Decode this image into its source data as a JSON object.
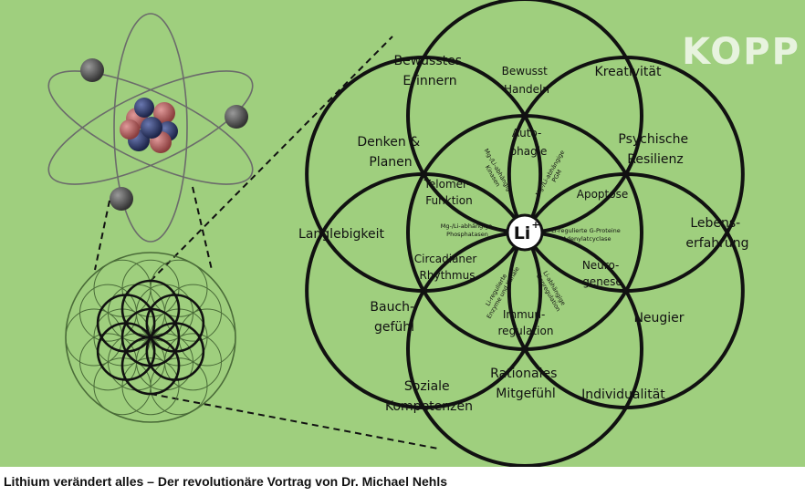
{
  "video": {
    "watermark": "KOPP",
    "center_label": "Li",
    "center_sup": "+",
    "outer_labels": {
      "bewusstes_erinnern": [
        "Bewusstes",
        "Erinnern"
      ],
      "bewusst_handeln": [
        "Bewusst",
        "Handeln"
      ],
      "kreativitaet": [
        "Kreativität"
      ],
      "denken_planen": [
        "Denken &",
        "Planen"
      ],
      "psychische_resilienz": [
        "Psychische",
        "Resilienz"
      ],
      "langlebigkeit": [
        "Langlebigkeit"
      ],
      "lebenserfahrung": [
        "Lebens-",
        "erfahrung"
      ],
      "bauchgefuehl": [
        "Bauch-",
        "gefühl"
      ],
      "neugier": [
        "Neugier"
      ],
      "soziale_kompetenzen": [
        "Soziale",
        "Kompetenzen"
      ],
      "rationales_mitgefuehl": [
        "Rationales",
        "Mitgefühl"
      ],
      "individualitaet": [
        "Individualität"
      ]
    },
    "inner_labels": {
      "autophagie": [
        "Auto-",
        "phagie"
      ],
      "telomer": [
        "Telomer-",
        "Funktion"
      ],
      "apoptose": [
        "Apoptose"
      ],
      "circadianer": [
        "Circadianer",
        "Rhythmus"
      ],
      "neurogenese": [
        "Neuro-",
        "genese"
      ],
      "immunregulation": [
        "Immun-",
        "regulation"
      ]
    },
    "tiny_labels": {
      "kinasen": [
        "Mg-/Li-abhängige",
        "Kinasen"
      ],
      "pgm": [
        "Mg-/Li-abhängige",
        "PGM"
      ],
      "phosphatasen": [
        "Mg-/Li-abhängige",
        "Phosphatasen"
      ],
      "g_proteine": [
        "Li-regulierte G-Proteine",
        "Adenylatcyclase"
      ],
      "enzyme": [
        "Li-regulierte",
        "Enzyme und Kanäle"
      ],
      "genregulation": [
        "Li-abhängige",
        "Genregulation"
      ]
    }
  },
  "caption": "Lithium verändert alles – Der revolutionäre Vortrag von Dr. Michael Nehls",
  "colors": {
    "background": "#9fcf7e",
    "line": "#111111",
    "flower_line": "#4a6b38",
    "nucleus_red": "#b35a5a",
    "nucleus_blue": "#2e3a66",
    "electron": "#555555"
  }
}
